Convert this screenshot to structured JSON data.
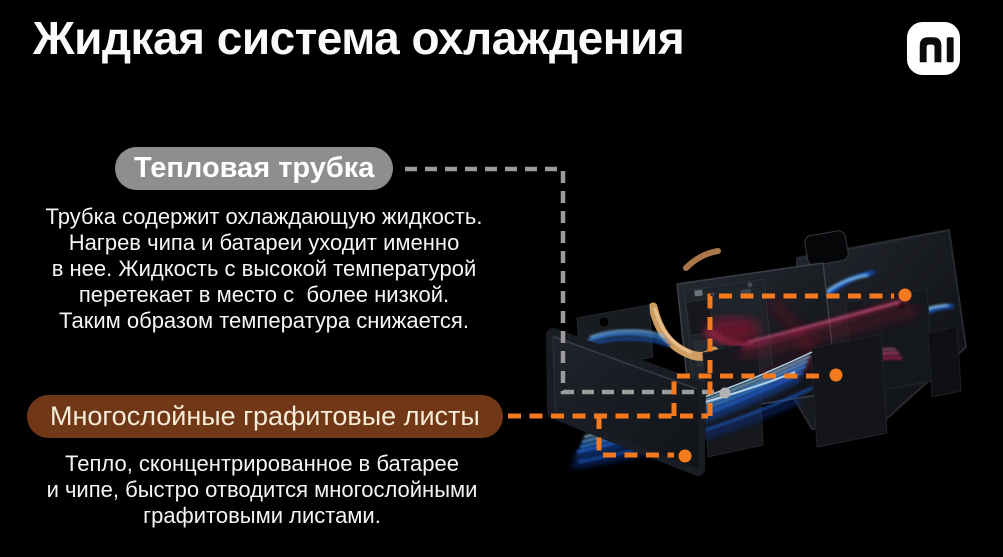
{
  "slide": {
    "title": "Жидкая система охлаждения",
    "background": "#000000"
  },
  "brand": {
    "name": "Xiaomi",
    "logo_icon": "mi-logo-icon",
    "logo_bg": "#ffffff",
    "logo_glyph": "#0a0a0a"
  },
  "colors": {
    "accent_orange": "#f5791d",
    "callout_gray": "#9c9c9c",
    "gray_dot": "#b2b2b2",
    "pill_gray_bg": "#8e8e8e",
    "pill_gray_text": "#ffffff",
    "pill_brown_bg": "#703816",
    "pill_brown_text": "#f6ecd8",
    "body_text": "#f5f5f5"
  },
  "callouts": [
    {
      "id": "heat-pipe",
      "label": "Тепловая трубка",
      "lines": [
        "Трубка содержит охлаждающую жидкость.",
        "Нагрев чипа и батареи уходит именно",
        "в нее. Жидкость с высокой температурой",
        "перетекает в место с  более низкой.",
        "Таким образом температура снижается."
      ]
    },
    {
      "id": "graphite-sheets",
      "label": "Многослойные графитовые листы",
      "lines": [
        "Тепло, сконцентрированное в батарее",
        "и чипе, быстро отводится многослойными",
        "графитовыми листами."
      ]
    }
  ],
  "illustration": {
    "name": "exploded-phone-cooling-view",
    "parts": [
      "back-cover-with-camera-cutout",
      "graphite-sheet-layers",
      "phone-mainboard",
      "copper-heat-pipe",
      "blue-airflow-streaks",
      "red-heat-streaks"
    ]
  }
}
